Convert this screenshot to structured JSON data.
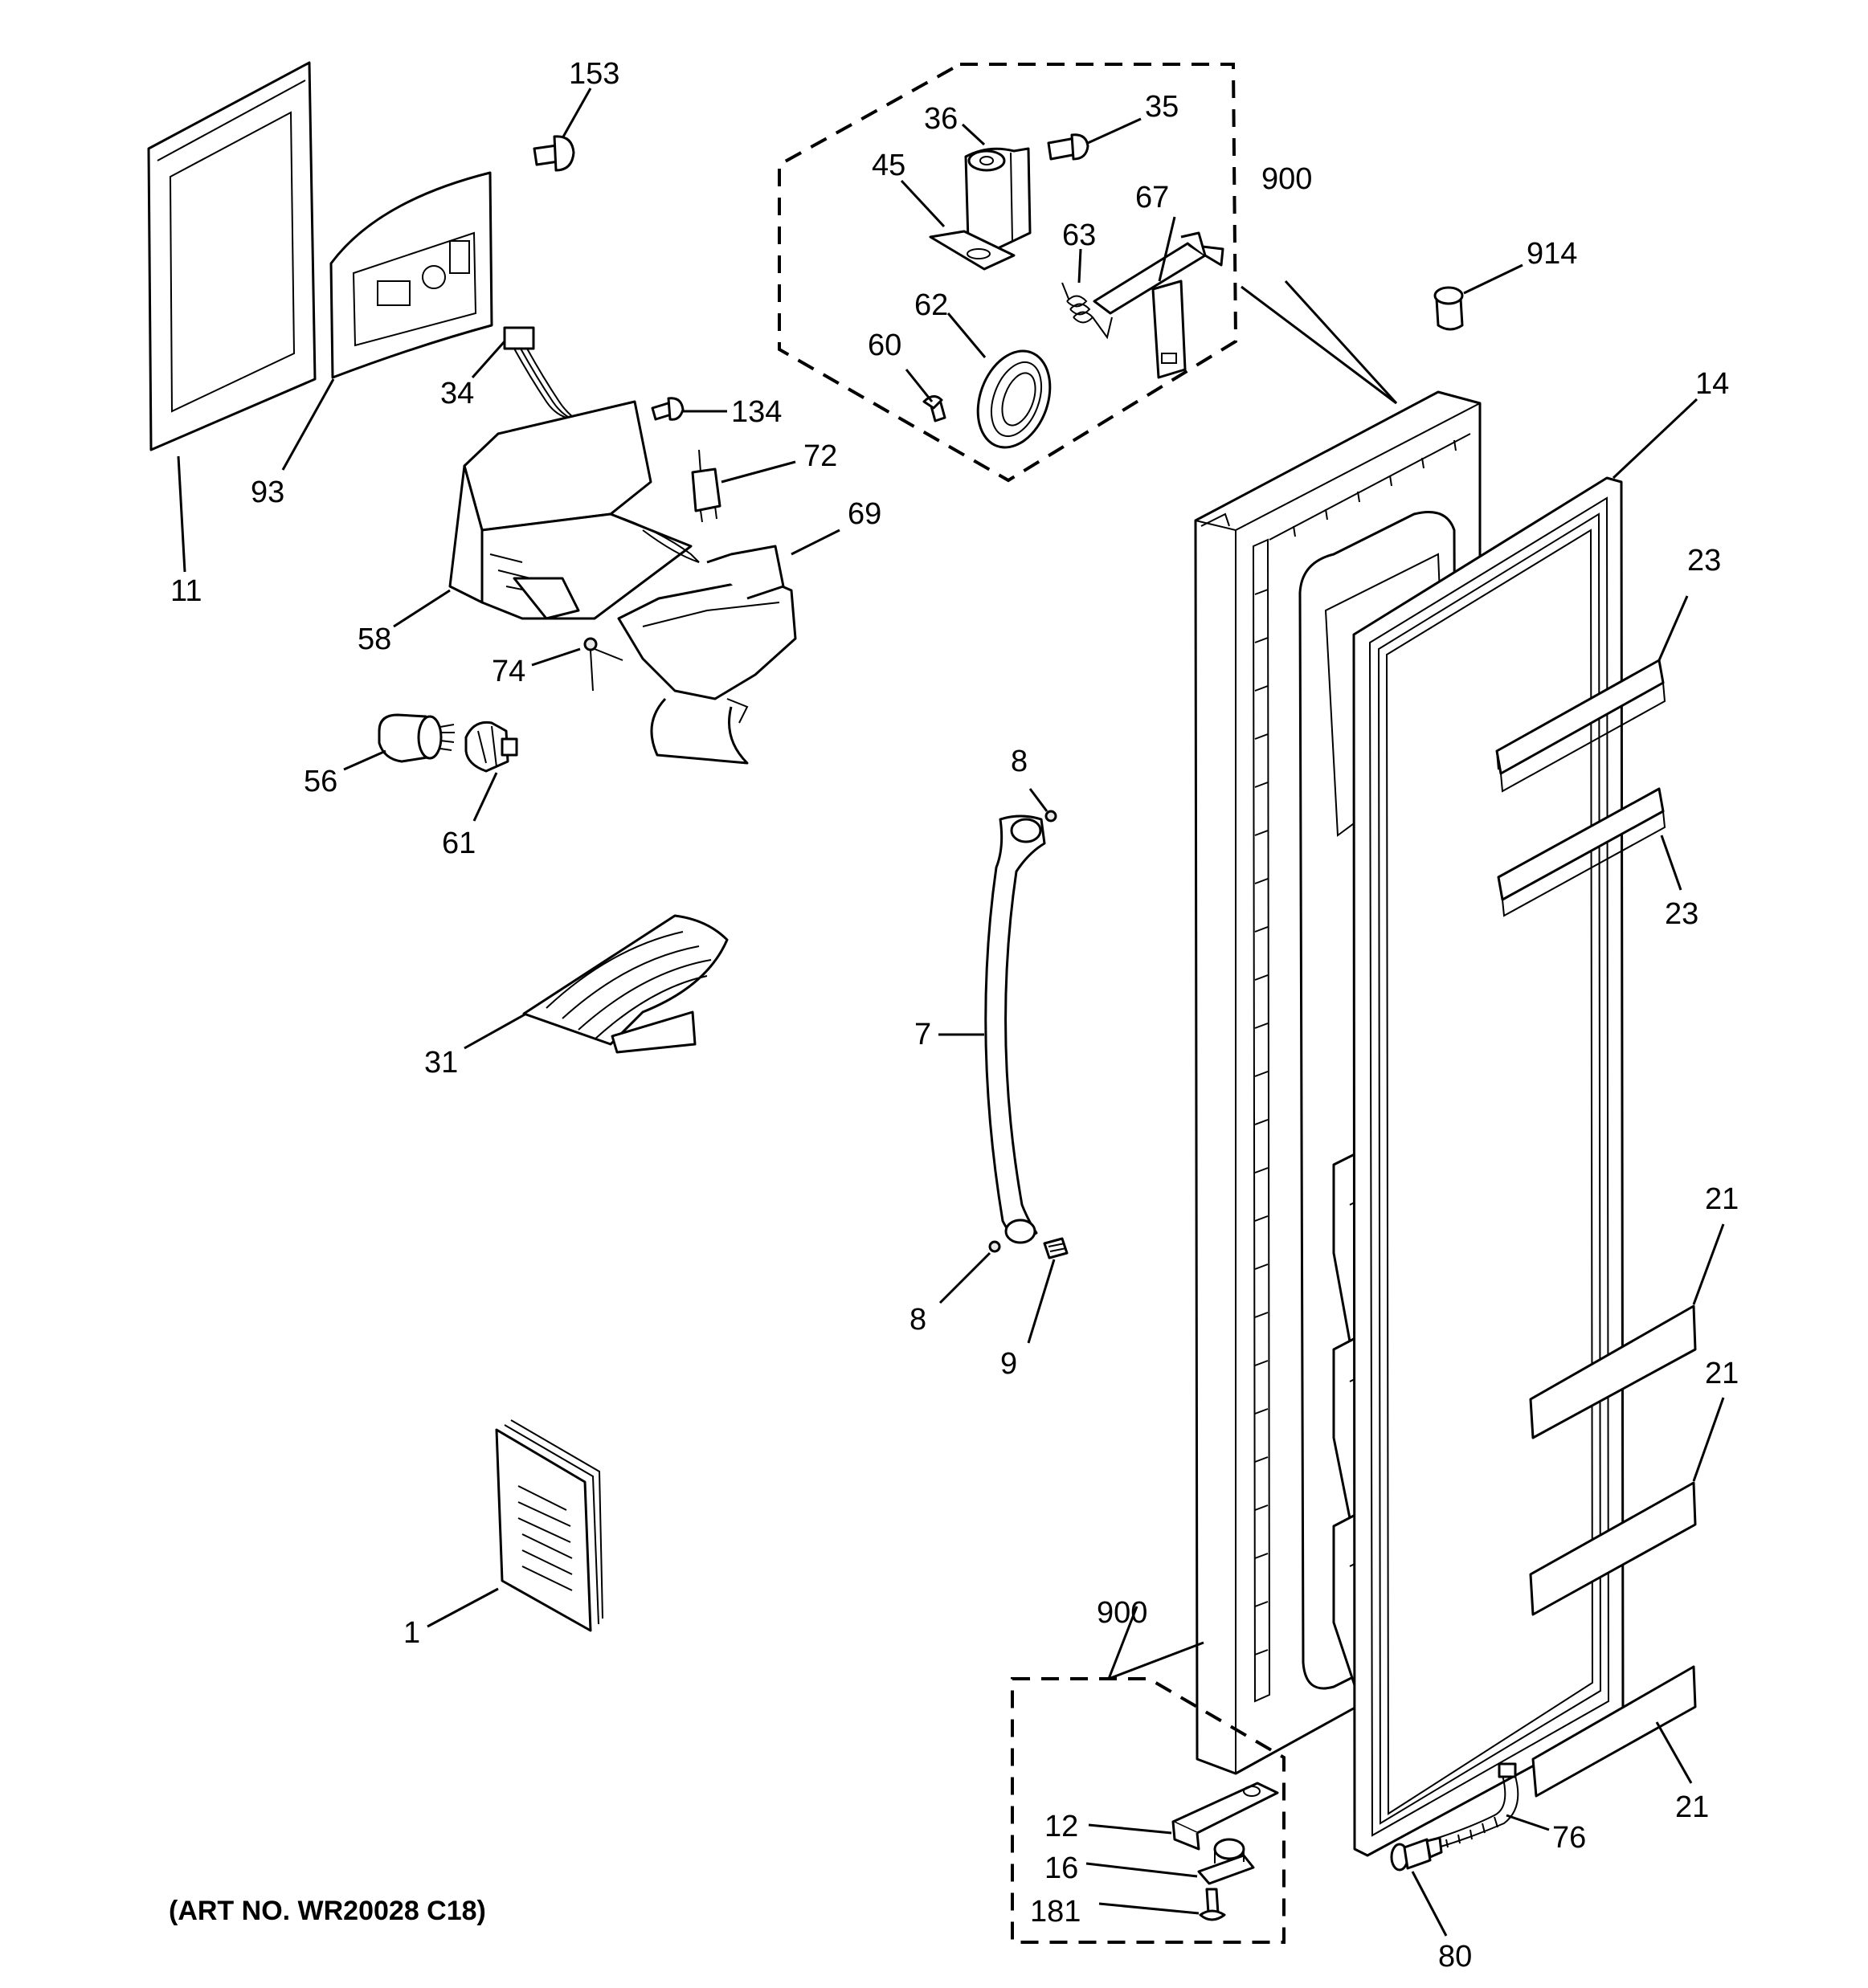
{
  "art_number": "(ART NO. WR20028 C18)",
  "callouts": [
    {
      "id": "c153",
      "label": "153"
    },
    {
      "id": "c36",
      "label": "36"
    },
    {
      "id": "c35",
      "label": "35"
    },
    {
      "id": "c45",
      "label": "45"
    },
    {
      "id": "c67",
      "label": "67"
    },
    {
      "id": "c63",
      "label": "63"
    },
    {
      "id": "c62",
      "label": "62"
    },
    {
      "id": "c60",
      "label": "60"
    },
    {
      "id": "c900a",
      "label": "900"
    },
    {
      "id": "c914",
      "label": "914"
    },
    {
      "id": "c14",
      "label": "14"
    },
    {
      "id": "c34",
      "label": "34"
    },
    {
      "id": "c134",
      "label": "134"
    },
    {
      "id": "c72",
      "label": "72"
    },
    {
      "id": "c69",
      "label": "69"
    },
    {
      "id": "c93",
      "label": "93"
    },
    {
      "id": "c11",
      "label": "11"
    },
    {
      "id": "c58",
      "label": "58"
    },
    {
      "id": "c74",
      "label": "74"
    },
    {
      "id": "c56",
      "label": "56"
    },
    {
      "id": "c61",
      "label": "61"
    },
    {
      "id": "c23a",
      "label": "23"
    },
    {
      "id": "c23b",
      "label": "23"
    },
    {
      "id": "c8a",
      "label": "8"
    },
    {
      "id": "c7",
      "label": "7"
    },
    {
      "id": "c31",
      "label": "31"
    },
    {
      "id": "c8b",
      "label": "8"
    },
    {
      "id": "c9",
      "label": "9"
    },
    {
      "id": "c21a",
      "label": "21"
    },
    {
      "id": "c21b",
      "label": "21"
    },
    {
      "id": "c1",
      "label": "1"
    },
    {
      "id": "c900b",
      "label": "900"
    },
    {
      "id": "c12",
      "label": "12"
    },
    {
      "id": "c16",
      "label": "16"
    },
    {
      "id": "c181",
      "label": "181"
    },
    {
      "id": "c21c",
      "label": "21"
    },
    {
      "id": "c76",
      "label": "76"
    },
    {
      "id": "c80",
      "label": "80"
    }
  ]
}
